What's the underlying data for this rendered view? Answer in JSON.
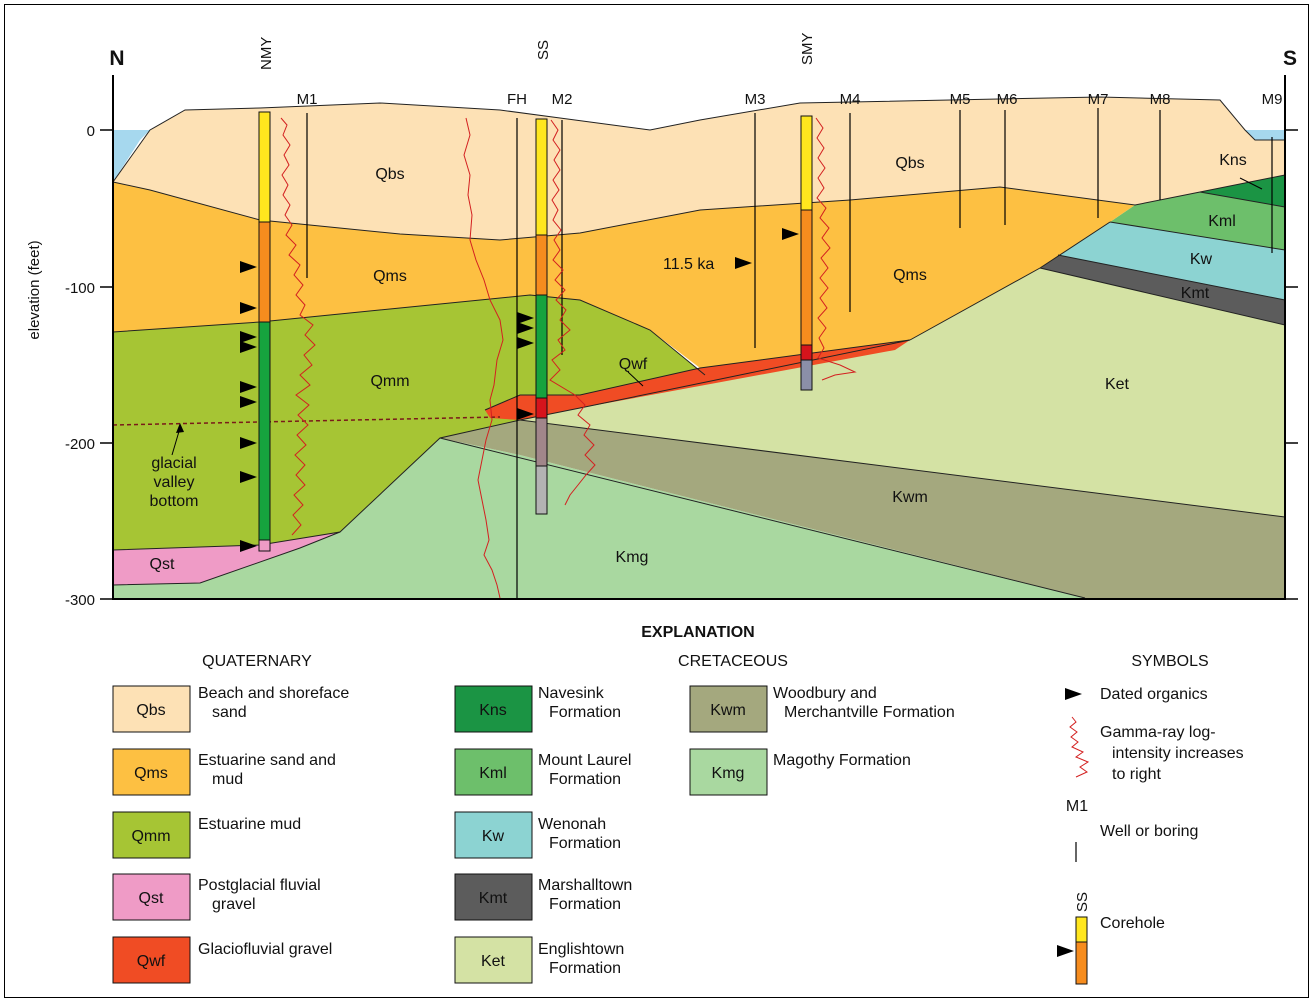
{
  "orientation": {
    "left": "N",
    "right": "S"
  },
  "y_axis": {
    "label": "elevation (feet)",
    "ticks": [
      "0",
      "-100",
      "-200",
      "-300"
    ]
  },
  "coreholes": [
    "NMY",
    "SS",
    "SMY"
  ],
  "wells": [
    "M1",
    "FH",
    "M2",
    "M3",
    "M4",
    "M5",
    "M6",
    "M7",
    "M8",
    "M9"
  ],
  "unit_labels": {
    "qbs_left": "Qbs",
    "qbs_right": "Qbs",
    "qms_left": "Qms",
    "qms_right": "Qms",
    "qmm": "Qmm",
    "qst": "Qst",
    "qwf": "Qwf",
    "kns": "Kns",
    "kml": "Kml",
    "kw": "Kw",
    "kmt": "Kmt",
    "ket": "Ket",
    "kwm": "Kwm",
    "kmg": "Kmg"
  },
  "annotations": {
    "date_label": "11.5 ka",
    "glacial_valley": [
      "glacial",
      "valley",
      "bottom"
    ]
  },
  "explanation": {
    "title": "EXPLANATION",
    "quaternary": {
      "heading": "QUATERNARY",
      "items": [
        {
          "code": "Qbs",
          "color": "#fde1b5",
          "lines": [
            "Beach and shoreface",
            "sand"
          ]
        },
        {
          "code": "Qms",
          "color": "#fdc042",
          "lines": [
            "Estuarine sand and",
            "mud"
          ]
        },
        {
          "code": "Qmm",
          "color": "#a6c534",
          "lines": [
            "Estuarine mud"
          ]
        },
        {
          "code": "Qst",
          "color": "#ef9bc6",
          "lines": [
            "Postglacial fluvial",
            "gravel"
          ]
        },
        {
          "code": "Qwf",
          "color": "#f04c24",
          "lines": [
            "Glaciofluvial gravel"
          ]
        }
      ]
    },
    "cretaceous": {
      "heading": "CRETACEOUS",
      "items": [
        {
          "code": "Kns",
          "color": "#1b9444",
          "lines": [
            "Navesink",
            "Formation"
          ]
        },
        {
          "code": "Kml",
          "color": "#6dbf6b",
          "lines": [
            "Mount Laurel",
            "Formation"
          ]
        },
        {
          "code": "Kw",
          "color": "#8cd3d2",
          "lines": [
            "Wenonah",
            "Formation"
          ]
        },
        {
          "code": "Kmt",
          "color": "#5c5c5c",
          "lines": [
            "Marshalltown",
            "Formation"
          ]
        },
        {
          "code": "Ket",
          "color": "#d4e2a4",
          "lines": [
            "Englishtown",
            "Formation"
          ]
        },
        {
          "code": "Kwm",
          "color": "#a4a87e",
          "lines": [
            "Woodbury and",
            "Merchantville Formation"
          ]
        },
        {
          "code": "Kmg",
          "color": "#a9d8a0",
          "lines": [
            "Magothy Formation"
          ]
        }
      ]
    },
    "symbols": {
      "heading": "SYMBOLS",
      "dated": "Dated organics",
      "gamma": [
        "Gamma-ray log-",
        "intensity increases",
        "to right"
      ],
      "well_label": "M1",
      "well": "Well or boring",
      "core_label": "SS",
      "core": "Corehole"
    }
  }
}
